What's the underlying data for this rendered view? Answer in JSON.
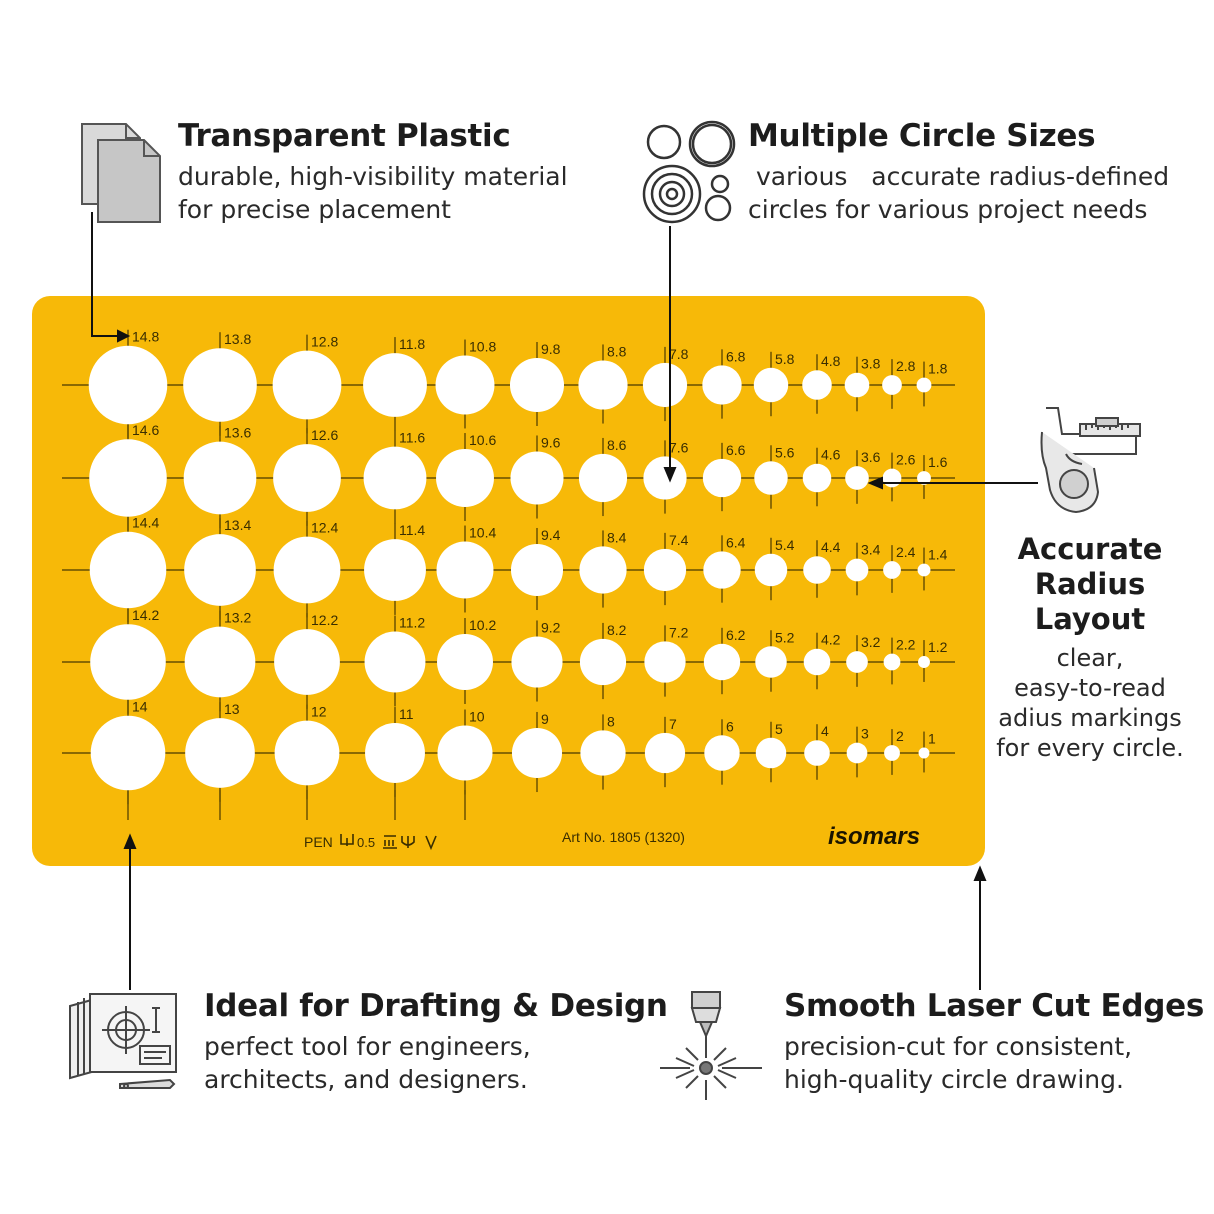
{
  "features": {
    "transparent": {
      "title": "Transparent Plastic",
      "line1": "durable, high-visibility material",
      "line2": "for precise placement"
    },
    "circles": {
      "title": "Multiple Circle Sizes",
      "line1": " various   accurate radius-defined",
      "line2": "circles for various project needs"
    },
    "radius": {
      "title_l1": "Accurate",
      "title_l2": "Radius",
      "title_l3": "Layout",
      "d1": "clear,",
      "d2": "easy-to-read",
      "d3": "adius markings",
      "d4": "for every circle."
    },
    "drafting": {
      "title": "Ideal for Drafting & Design",
      "line1": "perfect tool for engineers,",
      "line2": "architects, and designers."
    },
    "laser": {
      "title": "Smooth Laser Cut Edges",
      "line1": "precision-cut for consistent,",
      "line2": "high-quality circle drawing."
    }
  },
  "template": {
    "color": "#f7b908",
    "rows": [
      [
        "14.8",
        "13.8",
        "12.8",
        "11.8",
        "10.8",
        "9.8",
        "8.8",
        "7.8",
        "6.8",
        "5.8",
        "4.8",
        "3.8",
        "2.8",
        "1.8"
      ],
      [
        "14.6",
        "13.6",
        "12.6",
        "11.6",
        "10.6",
        "9.6",
        "8.6",
        "7.6",
        "6.6",
        "5.6",
        "4.6",
        "3.6",
        "2.6",
        "1.6"
      ],
      [
        "14.4",
        "13.4",
        "12.4",
        "11.4",
        "10.4",
        "9.4",
        "8.4",
        "7.4",
        "6.4",
        "5.4",
        "4.4",
        "3.4",
        "2.4",
        "1.4"
      ],
      [
        "14.2",
        "13.2",
        "12.2",
        "11.2",
        "10.2",
        "9.2",
        "8.2",
        "7.2",
        "6.2",
        "5.2",
        "4.2",
        "3.2",
        "2.2",
        "1.2"
      ],
      [
        "14",
        "13",
        "12",
        "11",
        "10",
        "9",
        "8",
        "7",
        "6",
        "5",
        "4",
        "3",
        "2",
        "1"
      ]
    ],
    "pen_label": "PEN",
    "pen_size": "0.5",
    "art_no": "Art No. 1805 (1320)",
    "brand": "isomars"
  },
  "icons": [
    "document-stack-icon",
    "circles-icon",
    "caliper-icon",
    "blueprint-icon",
    "laser-icon"
  ]
}
